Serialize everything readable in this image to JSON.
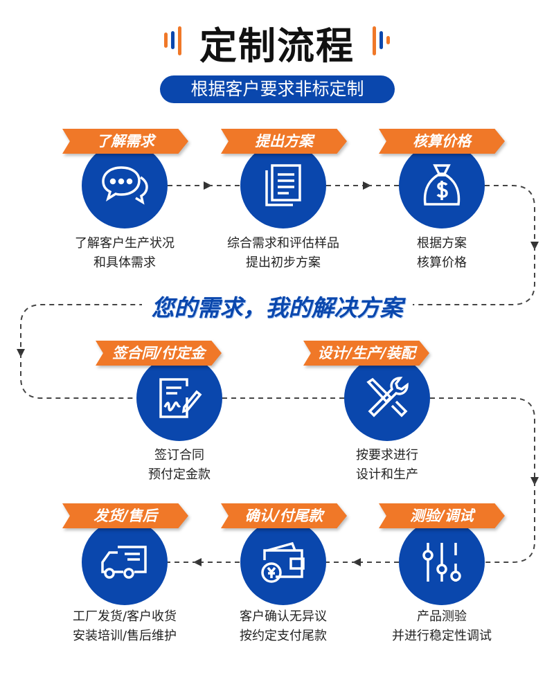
{
  "title": "定制流程",
  "subtitle": "根据客户要求非标定制",
  "slogan": "您的需求，我的解决方案",
  "colors": {
    "blue": "#0a47ad",
    "orange": "#f07828"
  },
  "steps": [
    {
      "label": "了解需求",
      "icon": "chat-bubbles-icon",
      "desc1": "了解客户生产状况",
      "desc2": "和具体需求"
    },
    {
      "label": "提出方案",
      "icon": "documents-icon",
      "desc1": "综合需求和评估样品",
      "desc2": "提出初步方案"
    },
    {
      "label": "核算价格",
      "icon": "money-bag-icon",
      "desc1": "根据方案",
      "desc2": "核算价格"
    },
    {
      "label": "签合同/付定金",
      "icon": "contract-sign-icon",
      "desc1": "签订合同",
      "desc2": "预付定金款"
    },
    {
      "label": "设计/生产/装配",
      "icon": "tools-icon",
      "desc1": "按要求进行",
      "desc2": "设计和生产"
    },
    {
      "label": "测验/调试",
      "icon": "sliders-icon",
      "desc1": "产品测验",
      "desc2": "并进行稳定性调试"
    },
    {
      "label": "确认/付尾款",
      "icon": "wallet-yuan-icon",
      "desc1": "客户确认无异议",
      "desc2": "按约定支付尾款"
    },
    {
      "label": "发货/售后",
      "icon": "truck-icon",
      "desc1": "工厂发货/客户收货",
      "desc2": "安装培训/售后维护"
    }
  ]
}
